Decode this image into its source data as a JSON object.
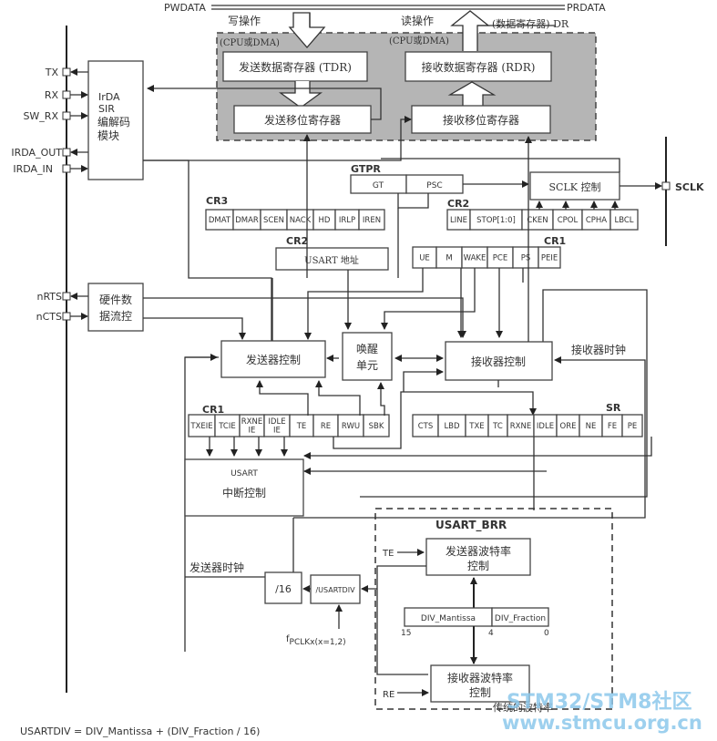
{
  "bus": {
    "pwdata": "PWDATA",
    "prdata": "PRDATA",
    "write_op": "写操作",
    "read_op": "读操作",
    "dr_label": "(数据寄存器) DR",
    "cpu_dma_left": "(CPU或DMA)",
    "cpu_dma_right": "(CPU或DMA)"
  },
  "registers": {
    "tdr": "发送数据寄存器 (TDR)",
    "rdr": "接收数据寄存器 (RDR)",
    "tx_shift": "发送移位寄存器",
    "rx_shift": "接收移位寄存器"
  },
  "pins": {
    "tx": "TX",
    "rx": "RX",
    "sw_rx": "SW_RX",
    "irda_out": "IRDA_OUT",
    "irda_in": "IRDA_IN",
    "nrts": "nRTS",
    "ncts": "nCTS",
    "sclk": "SCLK"
  },
  "irda": {
    "line1": "IrDA",
    "line2": "SIR",
    "line3": "编解码",
    "line4": "模块"
  },
  "hwflow": {
    "line1": "硬件数",
    "line2": "据流控"
  },
  "gtpr": {
    "title": "GTPR",
    "fields": [
      "GT",
      "PSC"
    ]
  },
  "sclk_ctrl": "SCLK 控制",
  "cr3": {
    "title": "CR3",
    "fields": [
      "DMAT",
      "DMAR",
      "SCEN",
      "NACK",
      "HD",
      "IRLP",
      "IREN"
    ]
  },
  "cr2_top": {
    "title": "CR2",
    "fields": [
      "LINE",
      "STOP[1:0]",
      "CKEN",
      "CPOL",
      "CPHA",
      "LBCL"
    ]
  },
  "cr2_addr": {
    "title": "CR2",
    "label": "USART 地址"
  },
  "cr1_top": {
    "title": "CR1",
    "fields": [
      "UE",
      "M",
      "WAKE",
      "PCE",
      "PS",
      "PEIE"
    ]
  },
  "tx_ctrl": "发送器控制",
  "wake": {
    "line1": "唤醒",
    "line2": "单元"
  },
  "rx_ctrl": "接收器控制",
  "rx_clock": "接收器时钟",
  "cr1_bottom": {
    "title": "CR1",
    "fields": [
      "TXEIE",
      "TCIE",
      "RXNE IE",
      "IDLE IE",
      "TE",
      "RE",
      "RWU",
      "SBK"
    ]
  },
  "sr": {
    "title": "SR",
    "fields": [
      "CTS",
      "LBD",
      "TXE",
      "TC",
      "RXNE",
      "IDLE",
      "ORE",
      "NE",
      "FE",
      "PE"
    ]
  },
  "interrupt": {
    "line1": "USART",
    "line2": "中断控制"
  },
  "tx_clock": "发送器时钟",
  "div16": "/16",
  "usartdiv": "/USARTDIV",
  "fpclk": {
    "main": "f",
    "sub": "PCLKx(x=1,2)"
  },
  "brr": {
    "title": "USART_BRR",
    "te": "TE",
    "re": "RE",
    "tx_baud": {
      "line1": "发送器波特率",
      "line2": "控制"
    },
    "rx_baud": {
      "line1": "接收器波特率",
      "line2": "控制"
    },
    "mantissa": "DIV_Mantissa",
    "fraction": "DIV_Fraction",
    "bit15": "15",
    "bit4": "4",
    "bit0": "0",
    "legacy": "传统的波特率"
  },
  "formula": "USARTDIV = DIV_Mantissa + (DIV_Fraction / 16)",
  "watermark": {
    "line1": "STM32/STM8社区",
    "line2": "www.stmcu.org.cn"
  }
}
